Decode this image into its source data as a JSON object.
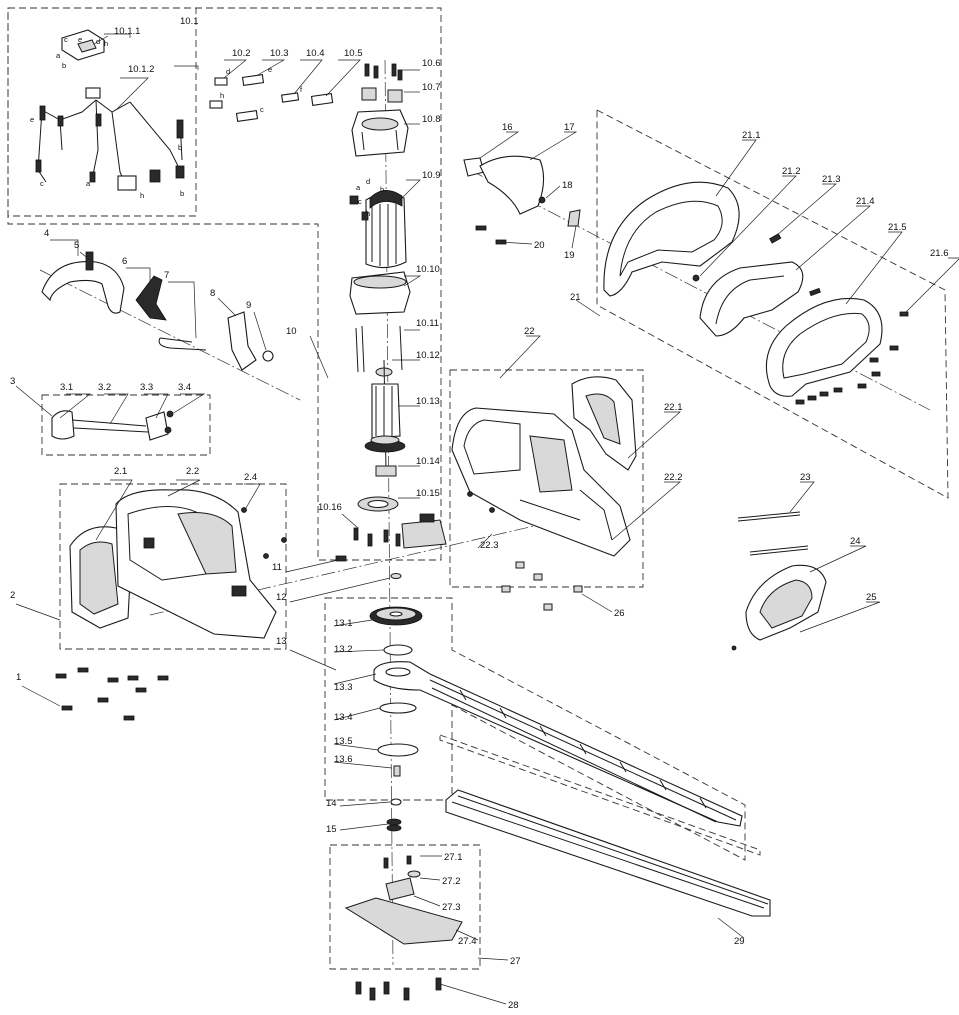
{
  "labels": {
    "l10_1_1": "10.1.1",
    "l10_1": "10.1",
    "l10_1_2": "10.1.2",
    "l10_2": "10.2",
    "l10_3": "10.3",
    "l10_4": "10.4",
    "l10_5": "10.5",
    "l10_6": "10.6",
    "l10_7": "10.7",
    "l10_8": "10.8",
    "l10_9": "10.9",
    "l10_10": "10.10",
    "l10_11": "10.11",
    "l10_12": "10.12",
    "l10_13": "10.13",
    "l10_14": "10.14",
    "l10_15": "10.15",
    "l10_16": "10.16",
    "l1": "1",
    "l2": "2",
    "l2_1": "2.1",
    "l2_2": "2.2",
    "l2_4": "2.4",
    "l3": "3",
    "l3_1": "3.1",
    "l3_2": "3.2",
    "l3_3": "3.3",
    "l3_4": "3.4",
    "l4": "4",
    "l5": "5",
    "l6": "6",
    "l7": "7",
    "l8": "8",
    "l9": "9",
    "l10": "10",
    "l11": "11",
    "l12": "12",
    "l13": "13",
    "l13_1": "13.1",
    "l13_2": "13.2",
    "l13_3": "13.3",
    "l13_4": "13.4",
    "l13_5": "13.5",
    "l13_6": "13.6",
    "l14": "14",
    "l15": "15",
    "l16": "16",
    "l17": "17",
    "l18": "18",
    "l19": "19",
    "l20": "20",
    "l21": "21",
    "l21_1": "21.1",
    "l21_2": "21.2",
    "l21_3": "21.3",
    "l21_4": "21.4",
    "l21_5": "21.5",
    "l21_6": "21.6",
    "l22": "22",
    "l22_1": "22.1",
    "l22_2": "22.2",
    "l22_3": "22.3",
    "l23": "23",
    "l24": "24",
    "l25": "25",
    "l26": "26",
    "l27": "27",
    "l27_1": "27.1",
    "l27_2": "27.2",
    "l27_3": "27.3",
    "l27_4": "27.4",
    "l28": "28",
    "l29": "29"
  },
  "wire_letters": {
    "c1": "c",
    "e1": "e",
    "d1": "d",
    "h1": "h",
    "a1": "a",
    "b1": "b",
    "e2": "e",
    "a2": "a",
    "c2": "c",
    "b2": "b",
    "h2": "h",
    "b3": "b",
    "d2": "d",
    "h3": "h",
    "e3": "e",
    "c3": "c",
    "f1": "f",
    "d3": "d",
    "a3": "a",
    "b4": "b",
    "c4": "c",
    "h4": "h"
  }
}
